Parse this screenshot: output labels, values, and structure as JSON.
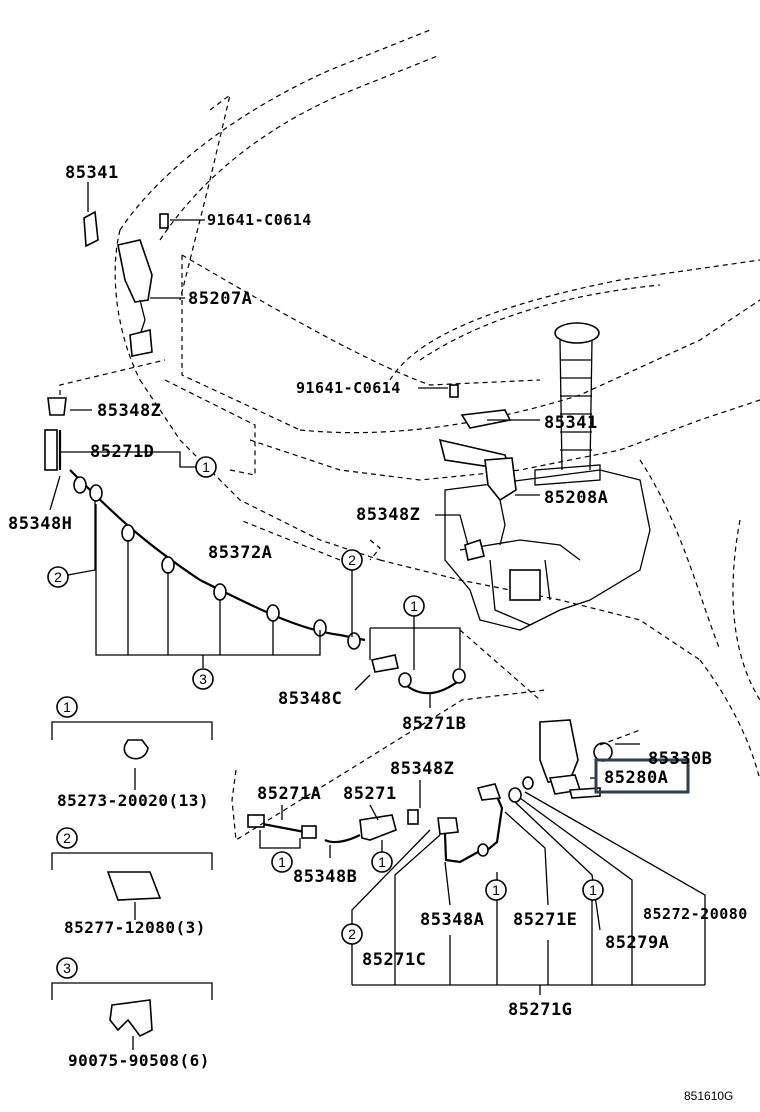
{
  "labels": {
    "p85341_top": "85341",
    "p91641_top": "91641-C0614",
    "p85207A": "85207A",
    "p91641_mid": "91641-C0614",
    "p85348Z_left": "85348Z",
    "p85341_right": "85341",
    "p85271D": "85271D",
    "p85348H": "85348H",
    "p85208A": "85208A",
    "p85348Z_mid": "85348Z",
    "p85372A": "85372A",
    "p85348C": "85348C",
    "p85271B": "85271B",
    "p85330B": "85330B",
    "p85280A": "85280A",
    "p85348Z_low": "85348Z",
    "p85271A": "85271A",
    "p85271": "85271",
    "p85348B": "85348B",
    "p85348A": "85348A",
    "p85271E": "85271E",
    "p85272": "85272-20080",
    "p85279A": "85279A",
    "p85271C": "85271C",
    "p85271G": "85271G",
    "legend1_part": "85273-20020(13)",
    "legend2_part": "85277-12080(3)",
    "legend3_part": "90075-90508(6)",
    "figure_code": "851610G"
  },
  "callouts": {
    "one": "1",
    "two": "2",
    "three": "3"
  },
  "highlight_color": "#2c3e50"
}
